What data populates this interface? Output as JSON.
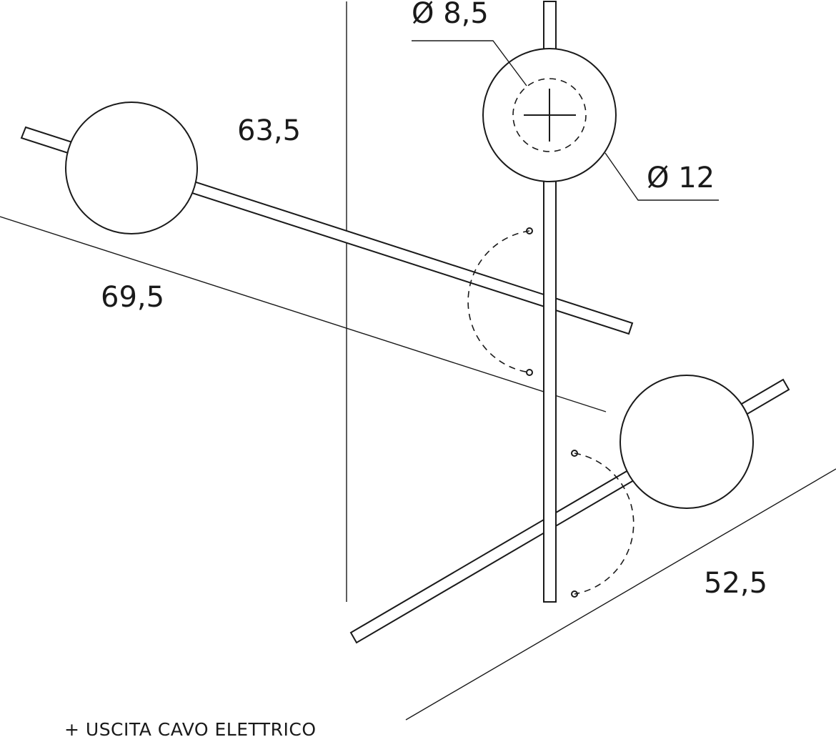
{
  "labels": {
    "top_hole_diameter": "Ø 8,5",
    "sphere_diameter": "Ø 12",
    "vertical_rod_length": "63,5",
    "upper_arm_length": "69,5",
    "lower_arm_length": "52,5",
    "cable_note": "+ USCITA CAVO ELETTRICO"
  },
  "colors": {
    "line": "#1a1a1a",
    "background": "#ffffff"
  }
}
